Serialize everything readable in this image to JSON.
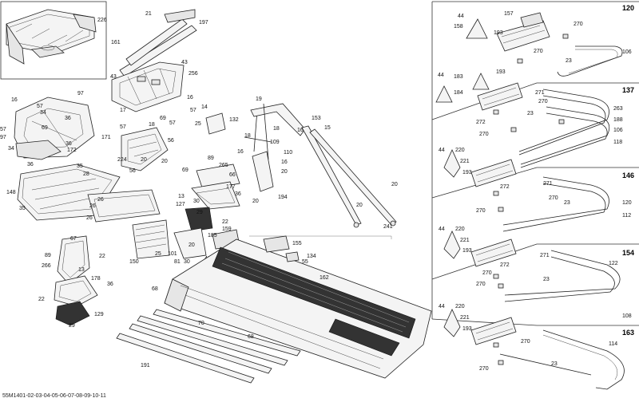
{
  "footer_code": "55M1401-02-03-04-05-06-07-08-09-10-11",
  "sections": [
    {
      "label": "120"
    },
    {
      "label": "137"
    },
    {
      "label": "146"
    },
    {
      "label": "154"
    },
    {
      "label": "163"
    }
  ],
  "callouts": {
    "c226": "226",
    "c21": "21",
    "c197": "197",
    "c161": "161",
    "c43a": "43",
    "c43b": "43",
    "c256": "256",
    "c18a": "18",
    "c57a": "57",
    "c69a": "69",
    "c57b": "57",
    "c57c": "57",
    "c16a": "16",
    "c97a": "97",
    "c34a": "34",
    "c57d": "57",
    "c36a": "36",
    "c69b": "69",
    "c171": "171",
    "c57e": "57",
    "c97b": "97",
    "c34b": "34",
    "c172": "172",
    "c36b": "36",
    "c35a": "35",
    "c28": "28",
    "c148": "148",
    "c35b": "35",
    "c14": "14",
    "c25a": "25",
    "c132": "132",
    "c56a": "56",
    "c224": "224",
    "c56b": "56",
    "c20a": "20",
    "c19": "19",
    "c18b": "18",
    "c153": "153",
    "c15": "15",
    "c16b": "16",
    "c18c": "18",
    "c109": "109",
    "c110": "110",
    "c16c": "16",
    "c16d": "16",
    "c20b": "20",
    "c194": "194",
    "c20c": "20",
    "c20d": "20",
    "c20e": "20",
    "c241": "241",
    "c69c": "69",
    "c89a": "89",
    "c265": "265",
    "c66": "66",
    "c36c": "36",
    "c177": "177",
    "c13a": "13",
    "c127": "127",
    "c30a": "30",
    "c26a": "26",
    "c26b": "26",
    "c26c": "26",
    "c29a": "29",
    "c22a": "22",
    "c185": "185",
    "c159": "159",
    "c150": "150",
    "c25b": "25",
    "c101": "101",
    "c81": "81",
    "c30b": "30",
    "c43c": "43",
    "c155": "155",
    "c134": "134",
    "c55": "55",
    "c162": "162",
    "c67": "67",
    "c89b": "89",
    "c266": "266",
    "c22b": "22",
    "c13b": "13",
    "c178": "178",
    "c36d": "36",
    "c22c": "22",
    "c129": "129",
    "c29b": "29",
    "c68a": "68",
    "c70": "70",
    "c68b": "68",
    "c191": "191",
    "s120_44": "44",
    "s120_157": "157",
    "s120_158": "158",
    "s120_193": "193",
    "s120_270a": "270",
    "s120_270b": "270",
    "s120_23": "23",
    "s120_106": "106",
    "s137_44": "44",
    "s137_183": "183",
    "s137_193": "193",
    "s137_184": "184",
    "s137_271": "271",
    "s137_270a": "270",
    "s137_263": "263",
    "s137_23": "23",
    "s137_188": "188",
    "s137_272": "272",
    "s137_270b": "270",
    "s137_106": "106",
    "s137_118": "118",
    "s146_44": "44",
    "s146_220": "220",
    "s146_221": "221",
    "s146_193": "193",
    "s146_271": "271",
    "s146_272": "272",
    "s146_270a": "270",
    "s146_23": "23",
    "s146_120": "120",
    "s146_270b": "270",
    "s146_112": "112",
    "s154_44": "44",
    "s154_220": "220",
    "s154_221": "221",
    "s154_193": "193",
    "s154_271": "271",
    "s154_122": "122",
    "s154_272": "272",
    "s154_270a": "270",
    "s154_23": "23",
    "s154_270b": "270",
    "s154_108": "108",
    "s163_44": "44",
    "s163_220": "220",
    "s163_221": "221",
    "s163_193": "193",
    "s163_270a": "270",
    "s163_114": "114",
    "s163_23": "23",
    "s163_270b": "270"
  }
}
